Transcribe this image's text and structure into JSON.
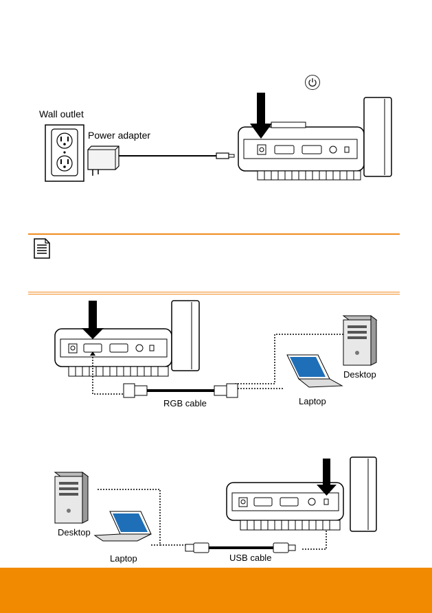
{
  "section1": {
    "wall_outlet_label": "Wall outlet",
    "power_adapter_label": "Power adapter",
    "power_icon": "power-icon"
  },
  "note": {
    "icon": "note-document-icon"
  },
  "section2": {
    "rgb_cable_label": "RGB cable",
    "laptop_label": "Laptop",
    "desktop_label": "Desktop"
  },
  "section3": {
    "desktop_label": "Desktop",
    "laptop_label": "Laptop",
    "usb_cable_label": "USB cable"
  },
  "colors": {
    "accent_orange": "#f18a00",
    "rule_orange": "#f28a1f",
    "screen_blue": "#1e6fb8"
  }
}
